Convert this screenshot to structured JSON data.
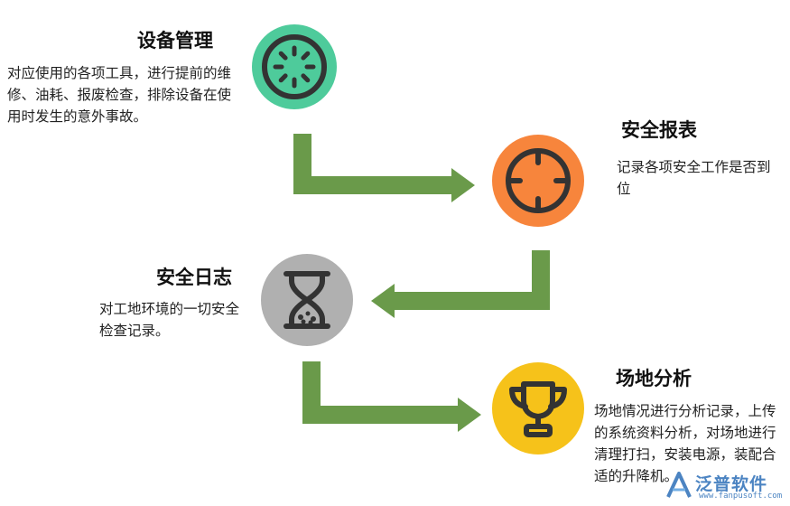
{
  "steps": [
    {
      "title": "设备管理",
      "desc": "对应使用的各项工具，进行提前的维修、油耗、报废检查，排除设备在使用时发生的意外事故。",
      "icon": "dial-icon",
      "color": "#4ecb9b"
    },
    {
      "title": "安全报表",
      "desc": "记录各项安全工作是否到位",
      "icon": "crosshair-icon",
      "color": "#f7853c"
    },
    {
      "title": "安全日志",
      "desc": "对工地环境的一切安全检查记录。",
      "icon": "hourglass-icon",
      "color": "#b0b0b0"
    },
    {
      "title": "场地分析",
      "desc": "场地情况进行分析记录，上传的系统资料分析，对场地进行清理打扫，安装电源，装配合适的升降机。",
      "icon": "trophy-icon",
      "color": "#f6c21a"
    }
  ],
  "colors": {
    "arrow": "#6a9a4a",
    "icon_stroke": "#333333"
  },
  "watermark": {
    "text": "泛普软件",
    "url": "www.fanpusoft.com"
  }
}
